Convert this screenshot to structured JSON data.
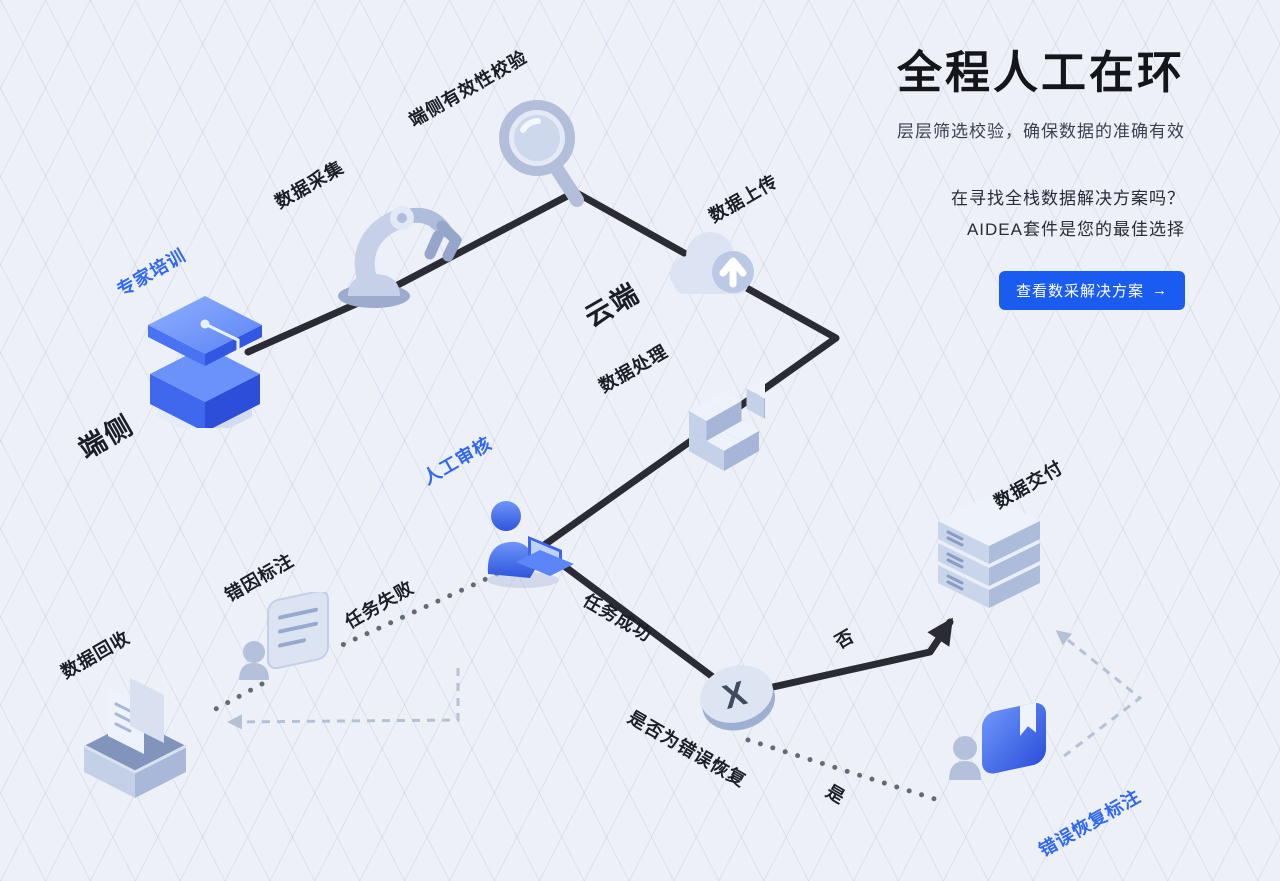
{
  "header": {
    "title": "全程人工在环",
    "subtitle": "层层筛选校验，确保数据的准确有效",
    "promo_line1": "在寻找全栈数据解决方案吗？",
    "promo_line2": "AIDEA套件是您的最佳选择",
    "cta_label": "查看数采解决方案",
    "cta_arrow": "→"
  },
  "diagram": {
    "zones": {
      "edge": "端侧",
      "cloud": "云端"
    },
    "nodes": {
      "expert_training": "专家培训",
      "data_collection": "数据采集",
      "edge_validation": "端侧有效性校验",
      "data_upload": "数据上传",
      "data_processing": "数据处理",
      "manual_review": "人工审核",
      "error_cause_annotation": "错因标注",
      "data_recycle": "数据回收",
      "data_delivery": "数据交付",
      "error_recovery_annotation": "错误恢复标注"
    },
    "decision": {
      "question": "是否为错误恢复",
      "symbol": "X"
    },
    "edges": {
      "task_failed": "任务失败",
      "task_success": "任务成功",
      "no": "否",
      "yes": "是"
    }
  },
  "colors": {
    "accent_blue": "#2e68f4",
    "cta_blue": "#1a5cf0",
    "flow_line_dark": "#2b2c33",
    "dotted_gray": "#626a79",
    "dashed_light": "#b6c1d6",
    "icon_fill": "#c6d1e9",
    "background": "#edf0f6"
  }
}
